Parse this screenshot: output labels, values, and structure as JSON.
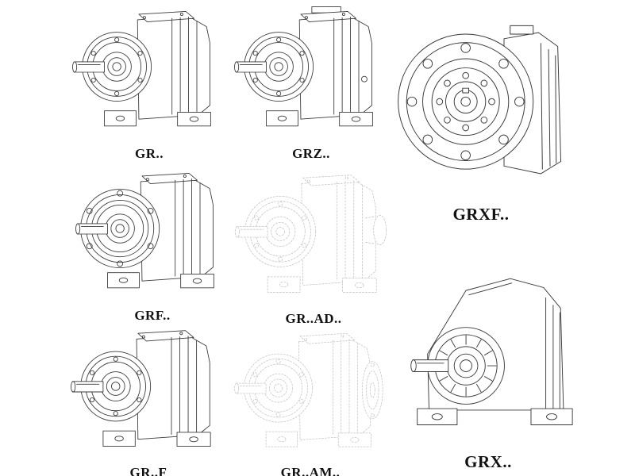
{
  "page": {
    "background": "#ffffff",
    "line_color": "#3a3a3a",
    "ghost_line_color": "#c6c6c6",
    "label_color": "#111111"
  },
  "figures": [
    {
      "id": "gr",
      "label": "GR..",
      "style": "solid"
    },
    {
      "id": "grz",
      "label": "GRZ..",
      "style": "solid"
    },
    {
      "id": "grxf",
      "label": "GRXF..",
      "style": "solid"
    },
    {
      "id": "grf",
      "label": "GRF..",
      "style": "solid"
    },
    {
      "id": "grad",
      "label": "GR..AD..",
      "style": "ghost"
    },
    {
      "id": "grx",
      "label": "GRX..",
      "style": "solid"
    },
    {
      "id": "grff",
      "label": "GR..F",
      "style": "solid"
    },
    {
      "id": "gram",
      "label": "GR..AM..",
      "style": "ghost"
    }
  ]
}
